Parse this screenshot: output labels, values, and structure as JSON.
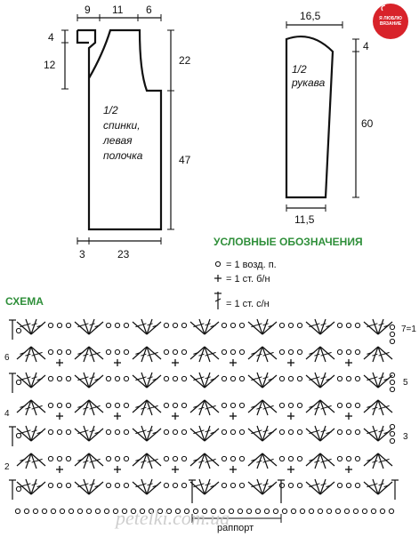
{
  "back_pattern": {
    "title": "1/2\nспинки,\nлевая\nполочка",
    "dim_top": [
      "9",
      "11",
      "6"
    ],
    "dim_left": [
      "4",
      "12"
    ],
    "dim_right": [
      "22",
      "47"
    ],
    "dim_bottom": [
      "3",
      "23"
    ]
  },
  "sleeve_pattern": {
    "title": "1/2\nрукава",
    "dim_top": "16,5",
    "dim_right_top": "4",
    "dim_right": "60",
    "dim_bottom": "11,5"
  },
  "badge": {
    "text": "Я ЛЮБЛЮ ВЯЗАНИЕ",
    "color": "#d8232a"
  },
  "legend": {
    "title": "УСЛОВНЫЕ ОБОЗНАЧЕНИЯ",
    "title_color": "#2f8f3a",
    "items": [
      {
        "icon": "chain-stitch-icon",
        "text": "= 1 возд. п."
      },
      {
        "icon": "single-crochet-icon",
        "text": "= 1 ст. б/н"
      },
      {
        "icon": "double-crochet-icon",
        "text": "= 1 ст. с/н"
      }
    ]
  },
  "scheme": {
    "title": "СХЕМА",
    "row_numbers_left": [
      "6",
      "4",
      "2"
    ],
    "row_numbers_right": [
      "7=1",
      "5",
      "3"
    ],
    "repeat_label": "раппорт"
  },
  "watermark": "petelki.com.ua"
}
